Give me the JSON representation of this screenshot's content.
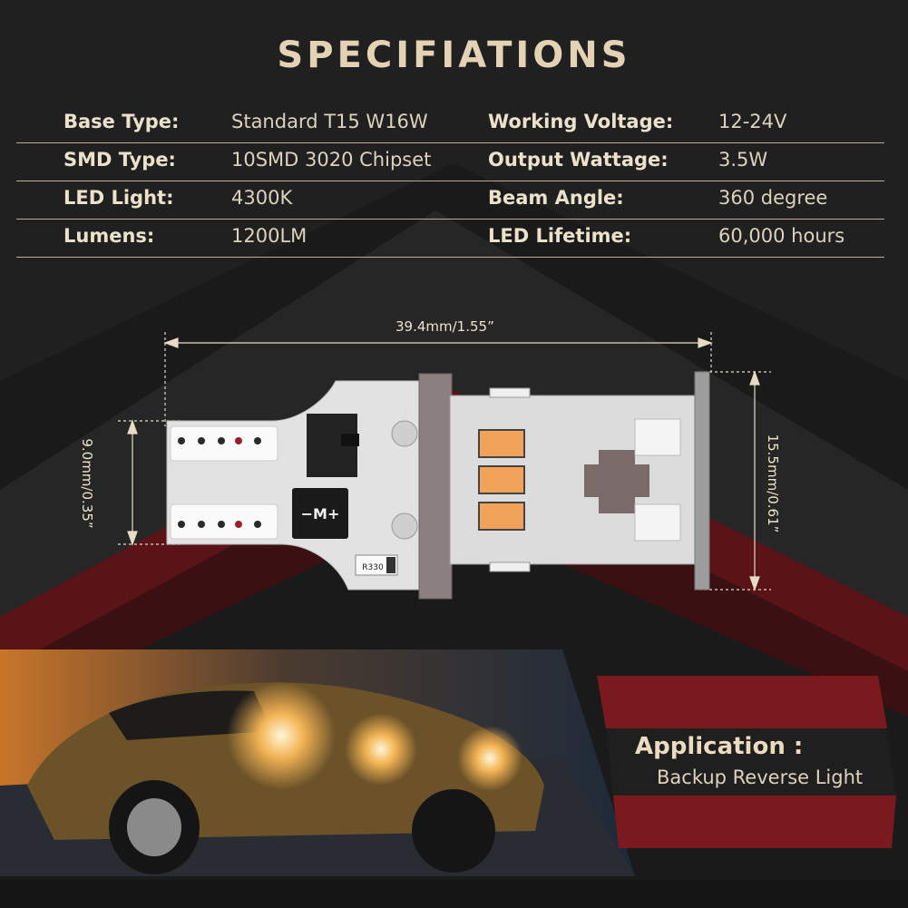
{
  "title": "SPECIFIATIONS",
  "specs": [
    {
      "label": "Base Type:",
      "value": "Standard T15 W16W",
      "label2": "Working Voltage:",
      "value2": "12-24V"
    },
    {
      "label": "SMD Type:",
      "value": "10SMD 3020 Chipset",
      "label2": "Output Wattage:",
      "value2": "3.5W"
    },
    {
      "label": "LED Light:",
      "value": "4300K",
      "label2": "Beam Angle:",
      "value2": "360 degree"
    },
    {
      "label": "Lumens:",
      "value": "1200LM",
      "label2": "LED Lifetime:",
      "value2": "60,000 hours"
    }
  ],
  "dimensions": {
    "width": "39.4mm/1.55”",
    "base_height": "9.0mm/0.35”",
    "head_height": "15.5mm/0.61”"
  },
  "board": {
    "module_marking": "−M+",
    "resistor_marking": "R330"
  },
  "application": {
    "title": "Application :",
    "text": "Backup Reverse Light"
  },
  "colors": {
    "background": "#1c1c1c",
    "accent_red": "#7a1a1e",
    "title_beige": "#e3d2b3",
    "pcb_gray": "#e2e2e2",
    "led_amber": "#f2a35a"
  }
}
